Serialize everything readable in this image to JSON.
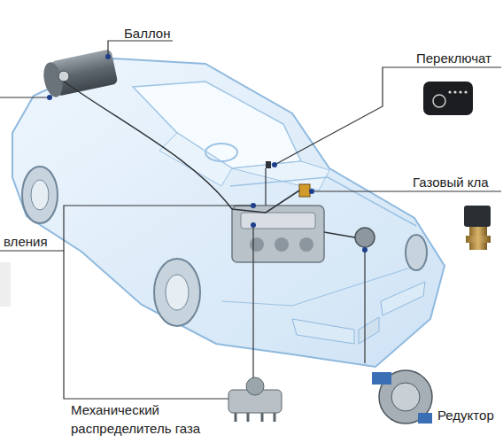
{
  "diagram": {
    "labels": [
      "Баллон",
      "Переключат",
      "Газовый кла",
      "вления",
      "Механический распределитель газа",
      "Редуктор"
    ]
  }
}
